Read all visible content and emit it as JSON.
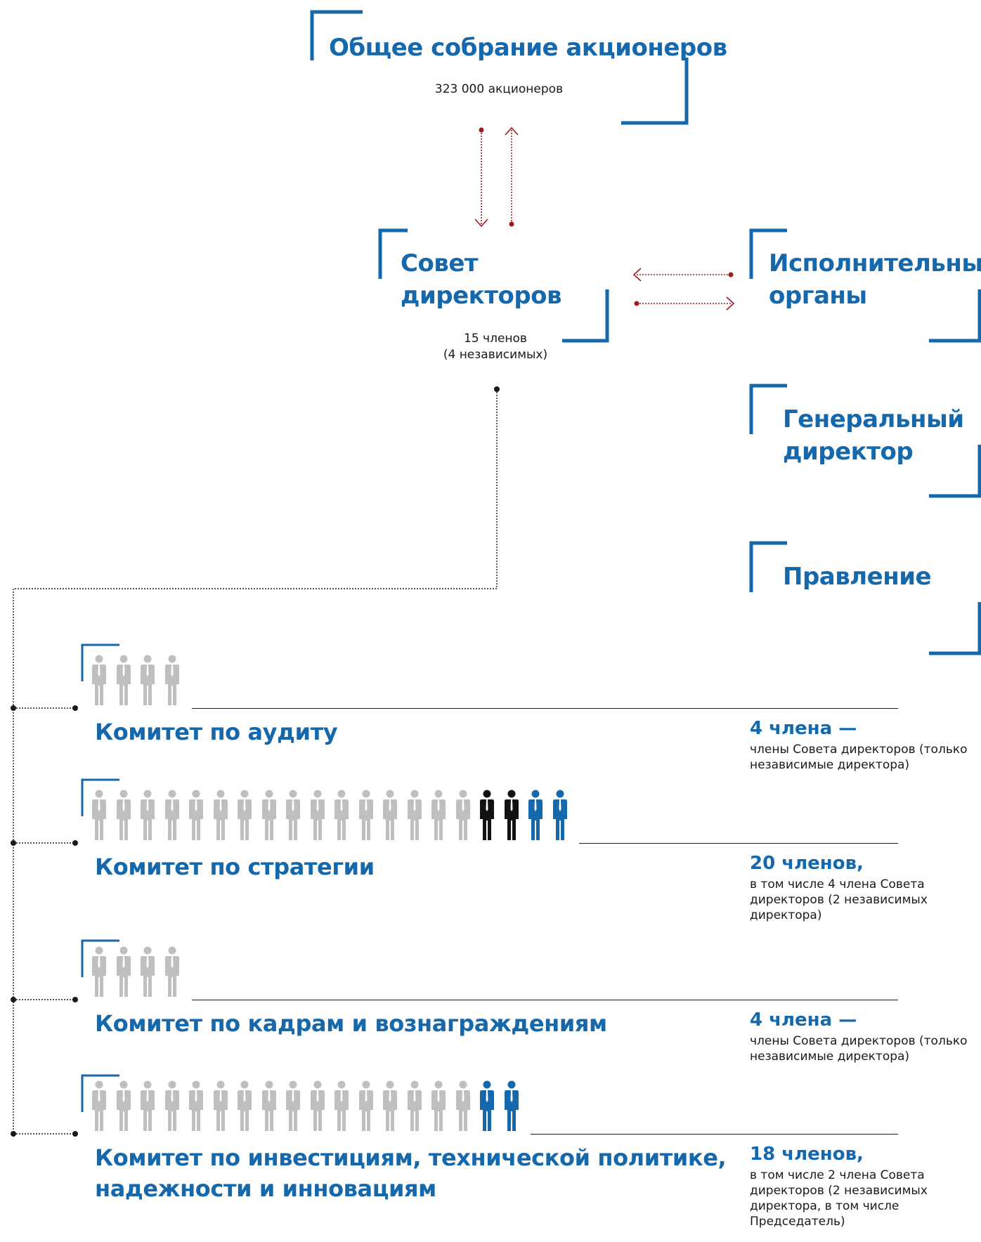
{
  "shareholders": {
    "title": "Общее собрание акционеров",
    "subtitle": "323 000 акционеров"
  },
  "board": {
    "title_line1": "Совет",
    "title_line2": "директоров",
    "sub_line1": "15 членов",
    "sub_line2": "(4 независимых)"
  },
  "executive": {
    "title_line1": "Исполнительные",
    "title_line2": "органы"
  },
  "ceo": {
    "title_line1": "Генеральный",
    "title_line2": "директор"
  },
  "management_board": {
    "title": "Правление"
  },
  "committees": [
    {
      "title_line1": "Комитет по аудиту",
      "title_line2": "",
      "count_title": "4 члена —",
      "count_desc": "члены Совета директоров (только независимые директора)",
      "figures": {
        "grey": 4,
        "black": 0,
        "blue": 0
      }
    },
    {
      "title_line1": "Комитет по стратегии",
      "title_line2": "",
      "count_title": "20 членов,",
      "count_desc": "в том числе 4 члена Совета директоров (2 независимых директора)",
      "figures": {
        "grey": 16,
        "black": 2,
        "blue": 2
      }
    },
    {
      "title_line1": "Комитет по кадрам и вознаграждениям",
      "title_line2": "",
      "count_title": "4 члена —",
      "count_desc": "члены Совета директоров (только независимые директора)",
      "figures": {
        "grey": 4,
        "black": 0,
        "blue": 0
      }
    },
    {
      "title_line1": "Комитет по инвестициям, технической политике,",
      "title_line2": "надежности и инновациям",
      "count_title": "18 членов,",
      "count_desc": "в том числе 2 члена Совета директоров  (2 независимых директора, в том числе Председатель)",
      "figures": {
        "grey": 16,
        "black": 0,
        "blue": 2
      }
    }
  ],
  "colors": {
    "accent_blue": "#1668ac",
    "grey_figure": "#bfbfbf",
    "black_figure": "#111111",
    "arrow_red": "#9e1b1f"
  },
  "icons": [
    "person-icon",
    "arrow-icon"
  ]
}
